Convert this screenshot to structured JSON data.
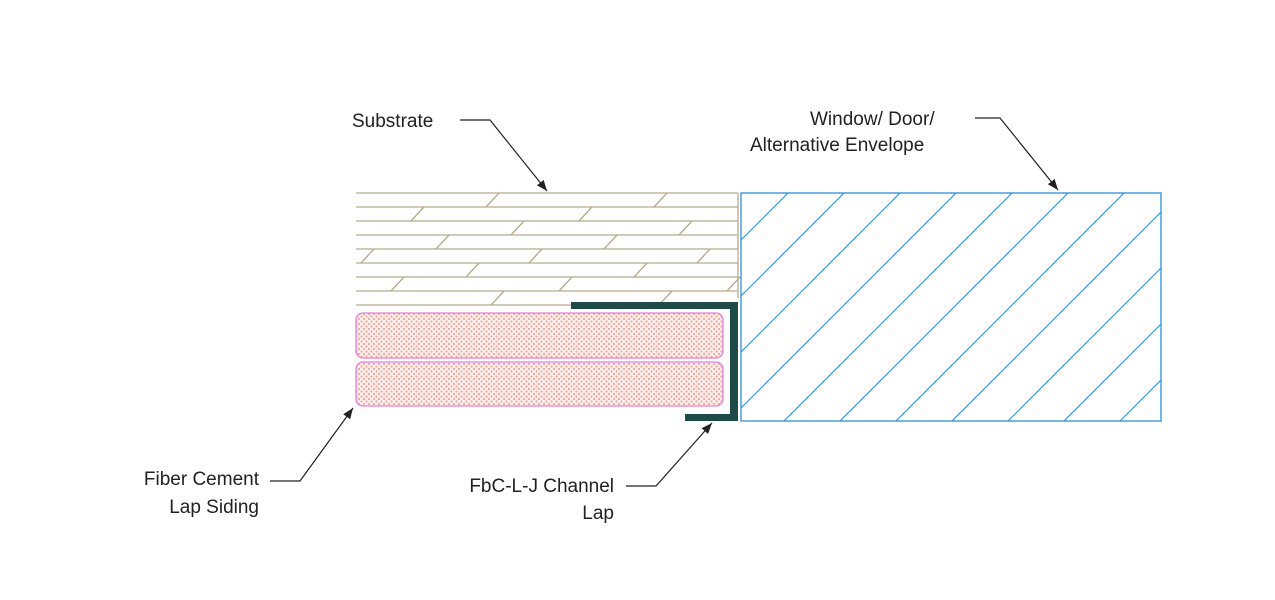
{
  "labels": {
    "substrate": "Substrate",
    "window_line1": "Window/ Door/",
    "window_line2": "Alternative Envelope",
    "siding_line1": "Fiber Cement",
    "siding_line2": "Lap Siding",
    "channel_line1": "FbC-L-J Channel",
    "channel_line2": "Lap"
  },
  "colors": {
    "substrate": "#b5ab8a",
    "siding_outline": "#e27fd6",
    "siding_fill": "#f3b3a8",
    "channel": "#1e4a48",
    "envelope": "#2b8fd6",
    "leader": "#222222"
  }
}
